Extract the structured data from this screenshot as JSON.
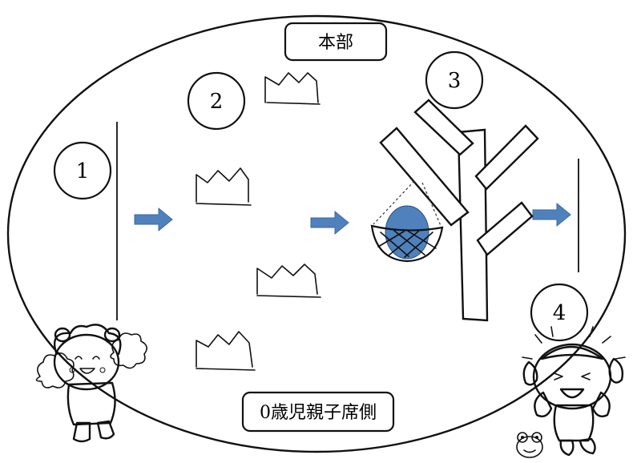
{
  "labels": {
    "headquarters": "本部",
    "parent_seating": "0歳児親子席側"
  },
  "stations": [
    "1",
    "2",
    "3",
    "4"
  ],
  "colors": {
    "arrow": "#4f81bd",
    "arrow_stroke": "#3a6a9e",
    "ball": "#4f81bd",
    "ink": "#111111"
  },
  "icons": {
    "cheer_mascot": "cheerleader-bear-icon",
    "shouting_mascot": "shouting-dog-icon",
    "small_mascot": "small-frog-icon"
  }
}
